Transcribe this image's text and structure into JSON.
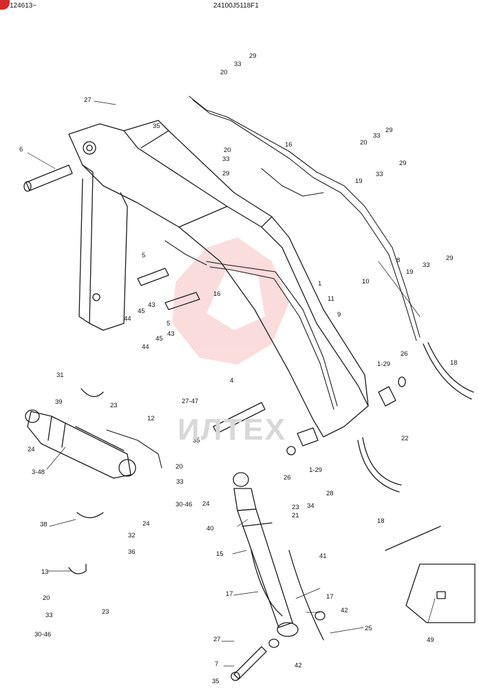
{
  "header": {
    "serial": "124613~",
    "part_code": "24100J5118F1"
  },
  "watermark": {
    "text": "ИЛТЕХ",
    "color": "#f2a7a7"
  },
  "colors": {
    "line": "#1a1a1a",
    "accent": "#d42a2a",
    "watermark": "#f4b3b3"
  },
  "callouts": [
    "29",
    "20",
    "33",
    "27",
    "35",
    "6",
    "16",
    "20",
    "33",
    "29",
    "20",
    "33",
    "29",
    "19",
    "33",
    "29",
    "5",
    "16",
    "8",
    "10",
    "19",
    "33",
    "29",
    "1",
    "11",
    "9",
    "44",
    "45",
    "43",
    "5",
    "45",
    "44",
    "43",
    "1-29",
    "26",
    "18",
    "31",
    "39",
    "23",
    "12",
    "4",
    "27-47",
    "35",
    "22",
    "24",
    "3-48",
    "20",
    "33",
    "24",
    "30-46",
    "26",
    "1-29",
    "18",
    "38",
    "32",
    "36",
    "13",
    "20",
    "23",
    "33",
    "30-46",
    "24",
    "23",
    "21",
    "34",
    "28",
    "40",
    "15",
    "41",
    "17",
    "17",
    "42",
    "25",
    "27",
    "49",
    "7",
    "42",
    "35"
  ]
}
